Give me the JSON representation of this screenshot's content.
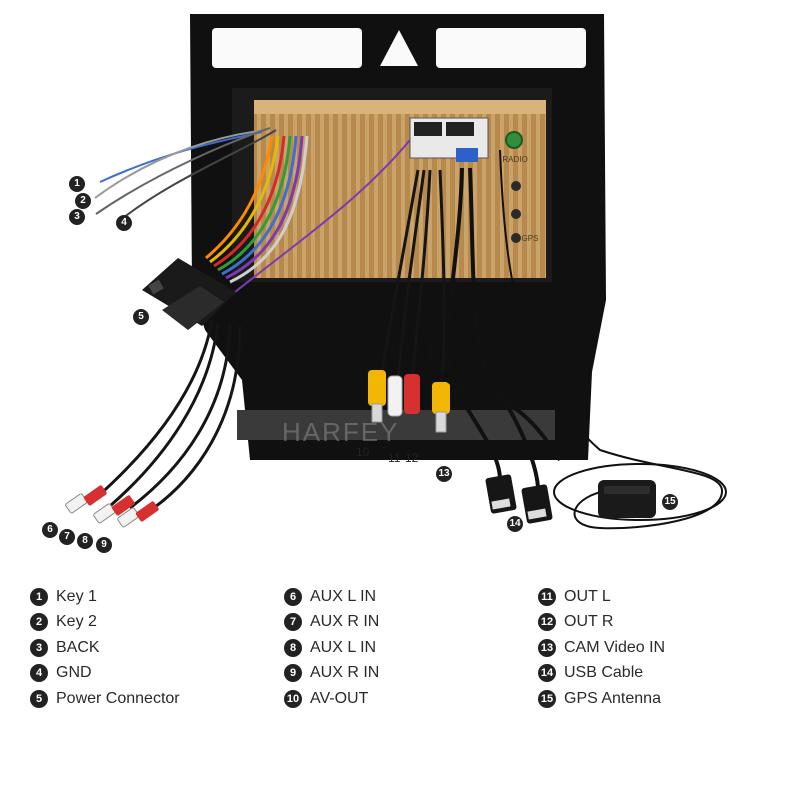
{
  "watermark": "HARFEY",
  "connector_labels": {
    "radio": "RADIO",
    "gps": "GPS"
  },
  "callouts": [
    "1",
    "2",
    "3",
    "4",
    "5",
    "6",
    "7",
    "8",
    "9",
    "10",
    "11",
    "12",
    "13",
    "14",
    "15"
  ],
  "legend": {
    "columns": [
      [
        {
          "num": "1",
          "label": "Key 1"
        },
        {
          "num": "2",
          "label": "Key 2"
        },
        {
          "num": "3",
          "label": "BACK"
        },
        {
          "num": "4",
          "label": "GND"
        },
        {
          "num": "5",
          "label": "Power Connector"
        }
      ],
      [
        {
          "num": "6",
          "label": "AUX L IN"
        },
        {
          "num": "7",
          "label": "AUX R IN"
        },
        {
          "num": "8",
          "label": "AUX L IN"
        },
        {
          "num": "9",
          "label": "AUX R IN"
        },
        {
          "num": "10",
          "label": "AV-OUT"
        }
      ],
      [
        {
          "num": "11",
          "label": "OUT L"
        },
        {
          "num": "12",
          "label": "OUT R"
        },
        {
          "num": "13",
          "label": "CAM Video IN"
        },
        {
          "num": "14",
          "label": "USB Cable"
        },
        {
          "num": "15",
          "label": "GPS Antenna"
        }
      ]
    ]
  },
  "colors": {
    "frame": "#111111",
    "heatsink": "#c9a36a",
    "wire_red": "#d42a2a",
    "wire_yellow": "#e6b800",
    "wire_green": "#2e9d3a",
    "wire_blue": "#3b6fd1",
    "rca_white": "#f2f2f2",
    "rca_red": "#d73030",
    "rca_yellow": "#f2b705"
  }
}
